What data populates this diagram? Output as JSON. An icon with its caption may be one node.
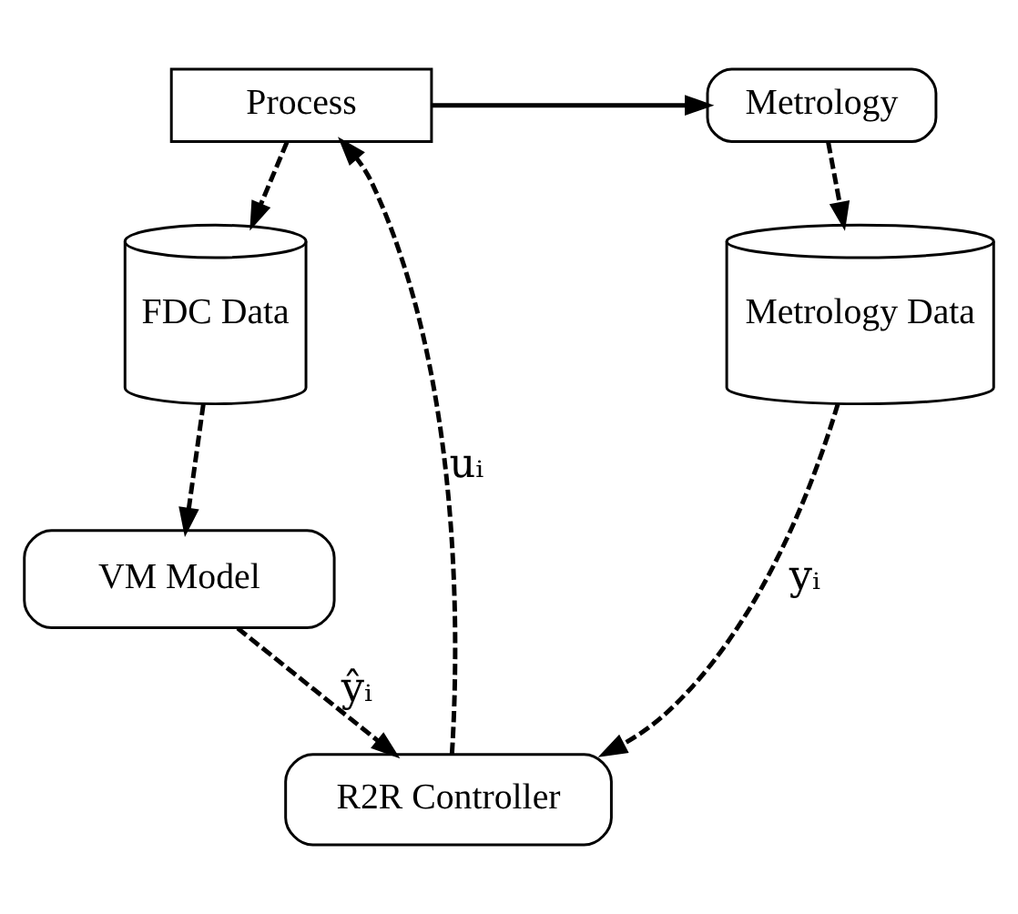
{
  "diagram": {
    "nodes": [
      {
        "text": [
          "Process"
        ]
      },
      {
        "text": [
          "Metrology"
        ]
      },
      {
        "text": [
          "FDC Data"
        ]
      },
      {
        "text": [
          "Metrology Data"
        ]
      },
      {
        "text": [
          "VM Model"
        ]
      },
      {
        "text": [
          "R2R Controller"
        ]
      }
    ],
    "edges": [
      {
        "from": 0,
        "to": 1,
        "arrow": "to"
      },
      {
        "from": 0,
        "to": 2,
        "arrow": "to",
        "style": "dashed"
      },
      {
        "from": 1,
        "to": 3,
        "arrow": "to",
        "style": "dashed"
      },
      {
        "from": 2,
        "to": 4,
        "arrow": "to",
        "style": "dashed"
      },
      {
        "from": 4,
        "to": 5,
        "arrow": "to",
        "style": "dashed",
        "label": "ŷᵢ"
      },
      {
        "from": 3,
        "to": 5,
        "arrow": "to",
        "style": "dashed",
        "label": "yᵢ"
      },
      {
        "from": 5,
        "to": 0,
        "arrow": "to",
        "style": "dashed",
        "label": "uᵢ"
      }
    ]
  }
}
